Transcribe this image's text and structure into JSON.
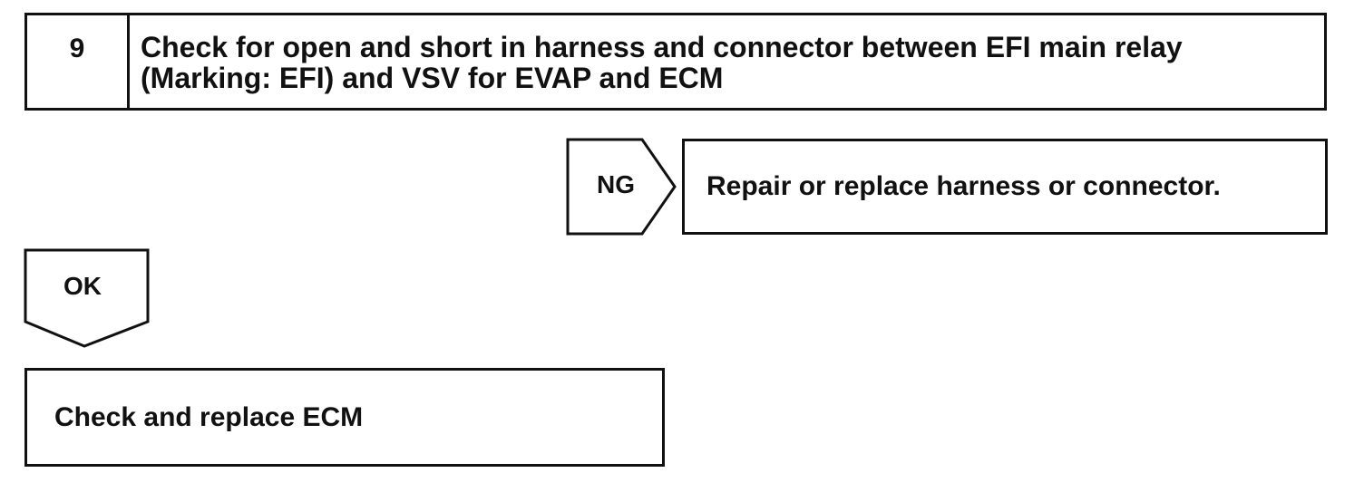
{
  "step": {
    "number": "9",
    "title": "Check for open and short in harness and connector between EFI main relay (Marking: EFI) and VSV for EVAP and ECM"
  },
  "ng_branch": {
    "label": "NG",
    "action": "Repair or replace harness or connector."
  },
  "ok_branch": {
    "label": "OK",
    "action": "Check and replace ECM"
  },
  "icons": {
    "ng_arrow": "right-pointing-pentagon-arrow",
    "ok_arrow": "down-pointing-pentagon-arrow"
  }
}
